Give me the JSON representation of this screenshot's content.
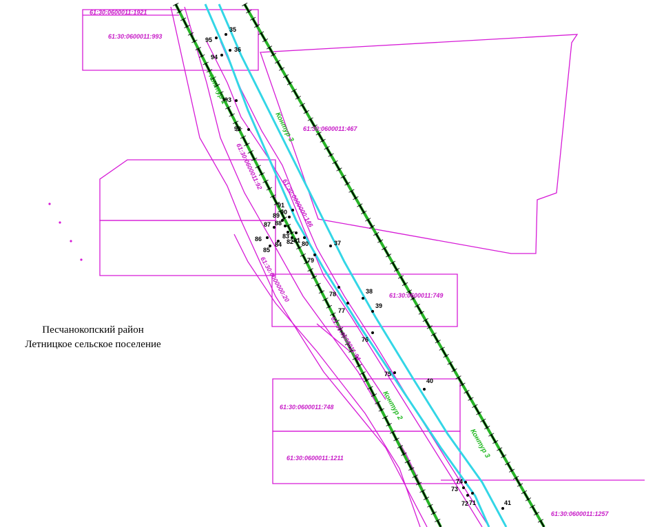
{
  "map": {
    "district": "Песчанокопский район",
    "settlement": "Летницкое сельское поселение",
    "colors": {
      "parcel_boundary": "#d61ad6",
      "parcel_label": "#c71bc7",
      "axis_line": "#33d6e6",
      "railway_green": "#27b327",
      "railway_black": "#000000",
      "contour_label": "#22b822",
      "point": "#000000"
    },
    "parcels": [
      {
        "id": "p1921",
        "label": "61:30:0600011:1921"
      },
      {
        "id": "p993",
        "label": "61:30:0600011:993"
      },
      {
        "id": "p467",
        "label": "61:30:0600011:467"
      },
      {
        "id": "p92",
        "label": "61:30:0600011:92"
      },
      {
        "id": "p146",
        "label": "61:30:0000000:146"
      },
      {
        "id": "p20",
        "label": "61:30:0000000:20"
      },
      {
        "id": "p749",
        "label": "61:30:0600011:749"
      },
      {
        "id": "p84",
        "label": "61:30:0600011:84"
      },
      {
        "id": "p748",
        "label": "61:30:0600011:748"
      },
      {
        "id": "p1211",
        "label": "61:30:0600011:1211"
      },
      {
        "id": "p1257",
        "label": "61:30:0600011:1257"
      }
    ],
    "contours": [
      {
        "id": "c1",
        "label": "Контур 1"
      },
      {
        "id": "c3a",
        "label": "Контур 3"
      },
      {
        "id": "c2",
        "label": "Контур 2"
      },
      {
        "id": "c3b",
        "label": "Контур 3"
      }
    ],
    "points": [
      "35",
      "36",
      "95",
      "94",
      "93",
      "92",
      "91",
      "90",
      "89",
      "88",
      "87",
      "86",
      "85",
      "84",
      "83",
      "82",
      "81",
      "80",
      "79",
      "37",
      "38",
      "39",
      "78",
      "77",
      "76",
      "75",
      "40",
      "74",
      "73",
      "72",
      "71",
      "41"
    ]
  }
}
